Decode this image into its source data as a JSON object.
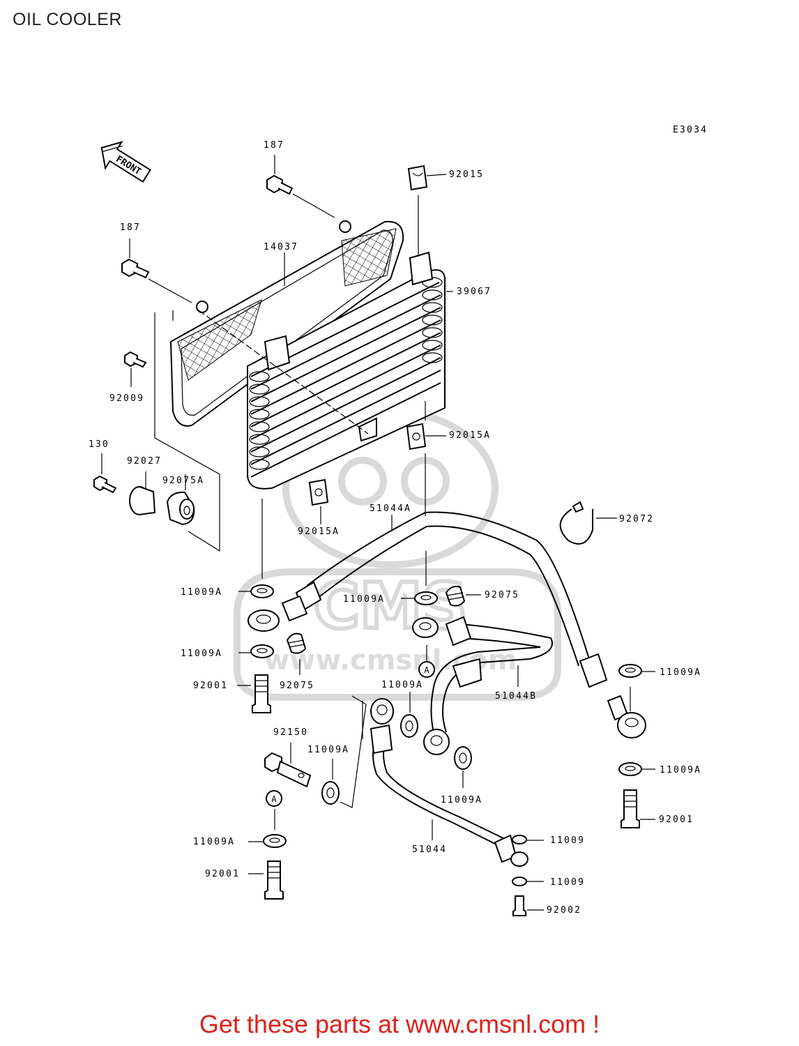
{
  "page": {
    "title": "OIL COOLER",
    "diagram_code": "E3034",
    "footer": "Get these parts at www.cmsnl.com !",
    "front_arrow_text": "FRONT",
    "watermark_url": "www.cmsnl.com",
    "watermark_logo": "CMS"
  },
  "callouts": {
    "l187a": "187",
    "l92015": "92015",
    "l187b": "187",
    "l14037": "14037",
    "l39067": "39067",
    "l92009": "92009",
    "l92015a_right": "92015A",
    "l130": "130",
    "l92027": "92027",
    "l92075a": "92075A",
    "l92072": "92072",
    "l51044a": "51044A",
    "l92015a_bottom": "92015A",
    "l11009a_1": "11009A",
    "l11009a_2": "11009A",
    "l92075_right": "92075",
    "l11009a_3": "11009A",
    "l92001_left": "92001",
    "l92075_left": "92075",
    "l11009a_4": "11009A",
    "l51044b": "51044B",
    "l11009a_right1": "11009A",
    "l92150": "92150",
    "l11009a_5": "11009A",
    "l11009a_6": "11009A",
    "l11009a_right2": "11009A",
    "l92001_right": "92001",
    "l11009a_7": "11009A",
    "l51044": "51044",
    "l11009_1": "11009",
    "l92001_bottom": "92001",
    "l11009_2": "11009",
    "l92002": "92002",
    "ref_a1": "A",
    "ref_a2": "A"
  },
  "colors": {
    "footer": "#e0201c",
    "line": "#000000",
    "watermark": "#d9d9d9"
  }
}
